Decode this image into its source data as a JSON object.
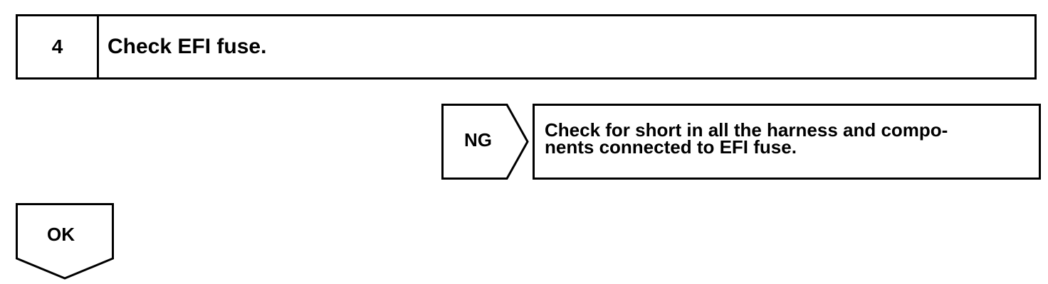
{
  "step": {
    "number": "4",
    "title": "Check EFI fuse."
  },
  "ng_branch": {
    "label": "NG",
    "action_lines": [
      "Check for short in all the harness and compo-",
      "nents connected to EFI fuse."
    ]
  },
  "ok_branch": {
    "label": "OK"
  }
}
